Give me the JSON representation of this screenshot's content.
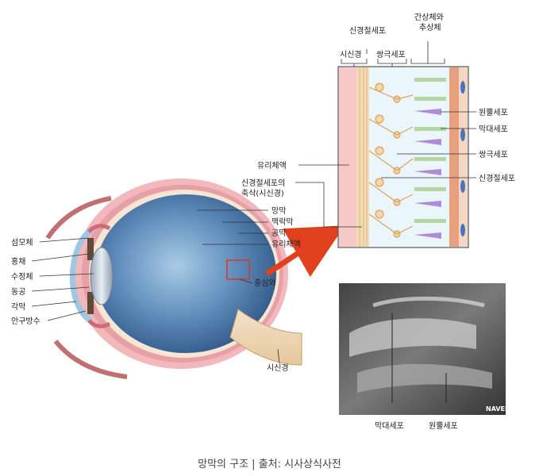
{
  "eye_labels": {
    "ciliary_body": "섬모체",
    "iris": "홍채",
    "lens": "수정체",
    "pupil": "동공",
    "cornea": "각막",
    "aqueous_humor": "안구방수",
    "retina": "망막",
    "choroid": "맥락막",
    "sclera": "공막",
    "vitreous": "유리체액",
    "fovea": "중심와",
    "optic_nerve": "시신경"
  },
  "retina_labels": {
    "optic_nerve_fibers": "시신경",
    "ganglion_cells_top": "신경절세포",
    "bipolar_cells_top": "쌍극세포",
    "horizontal_amacrine_line1": "간상체와",
    "horizontal_amacrine_line2": "추상체",
    "cone_cells": "원뿔세포",
    "rod_cells": "막대세포",
    "bipolar_cells": "쌍극세포",
    "ganglion_cells": "신경절세포",
    "vitreous": "유리체액",
    "axon_line1": "신경절세포의",
    "axon_line2": "축삭(시신경)"
  },
  "photo_labels": {
    "rod": "막대세포",
    "cone": "원뿔세포"
  },
  "watermark": "NAVER",
  "caption": "망막의 구조 | 출처: 시사상식사전"
}
